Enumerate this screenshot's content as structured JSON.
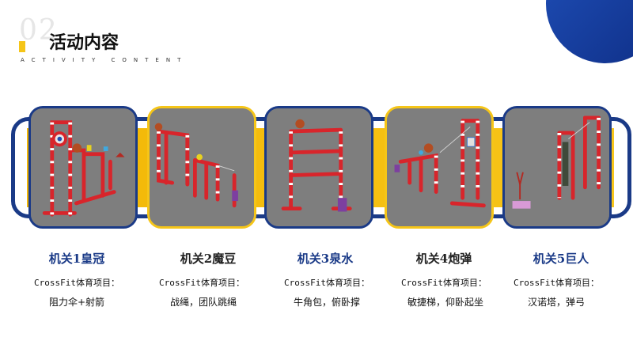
{
  "header": {
    "number": "02",
    "title": "活动内容",
    "subtitle_en": "ACTIVITY CONTENT"
  },
  "colors": {
    "navy": "#1a3a87",
    "yellow": "#f5c518",
    "red_pipe": "#d8252b",
    "card_bg": "#7e7e7e"
  },
  "levels": [
    {
      "name": "机关1皇冠",
      "category": "CrossFit体育项目：",
      "items": "阻力伞+射箭",
      "name_color": "#1a3a87"
    },
    {
      "name": "机关2魔豆",
      "category": "CrossFit体育项目：",
      "items": "战绳，团队跳绳",
      "name_color": "#222222"
    },
    {
      "name": "机关3泉水",
      "category": "CrossFit体育项目：",
      "items": "牛角包，俯卧撑",
      "name_color": "#1a3a87"
    },
    {
      "name": "机关4炮弹",
      "category": "CrossFit体育项目：",
      "items": "敏捷梯，仰卧起坐",
      "name_color": "#222222"
    },
    {
      "name": "机关5巨人",
      "category": "CrossFit体育项目：",
      "items": "汉诺塔，弹弓",
      "name_color": "#1a3a87"
    }
  ]
}
